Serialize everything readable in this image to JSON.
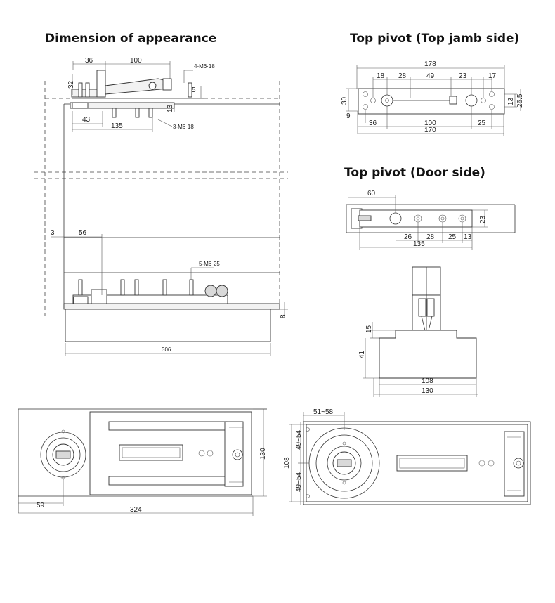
{
  "titles": {
    "appearance": "Dimension of appearance",
    "top_jamb": "Top pivot (Top jamb side)",
    "door_side": "Top pivot (Door side)"
  },
  "appearance_dims": {
    "d36": "36",
    "d100": "100",
    "d32": "32",
    "screw_top": "4-M6·18",
    "d5": "5",
    "d13": "13",
    "d43": "43",
    "d135": "135",
    "screw_mid": "3-M6·18",
    "d3": "3",
    "d56": "56",
    "screw_bottom": "5-M6·25",
    "d8": "8",
    "d306": "306"
  },
  "jamb_dims": {
    "d178": "178",
    "d18": "18",
    "d28": "28",
    "d49": "49",
    "d23": "23",
    "d17": "17",
    "d30": "30",
    "d13": "13",
    "d26_5": "26.5",
    "d9": "9",
    "d36": "36",
    "d100": "100",
    "d25": "25",
    "d170": "170"
  },
  "door_dims": {
    "d60": "60",
    "d23": "23",
    "d26": "26",
    "d28": "28",
    "d25": "25",
    "d13": "13",
    "d135": "135"
  },
  "profile_dims": {
    "d15": "15",
    "d41": "41",
    "d108": "108",
    "d130": "130"
  },
  "plan_left_dims": {
    "d130": "130",
    "d59": "59",
    "d324": "324"
  },
  "plan_right_dims": {
    "d51_58": "51~58",
    "d49_54_top": "49~54",
    "d108": "108",
    "d49_54_bottom": "49~54"
  }
}
